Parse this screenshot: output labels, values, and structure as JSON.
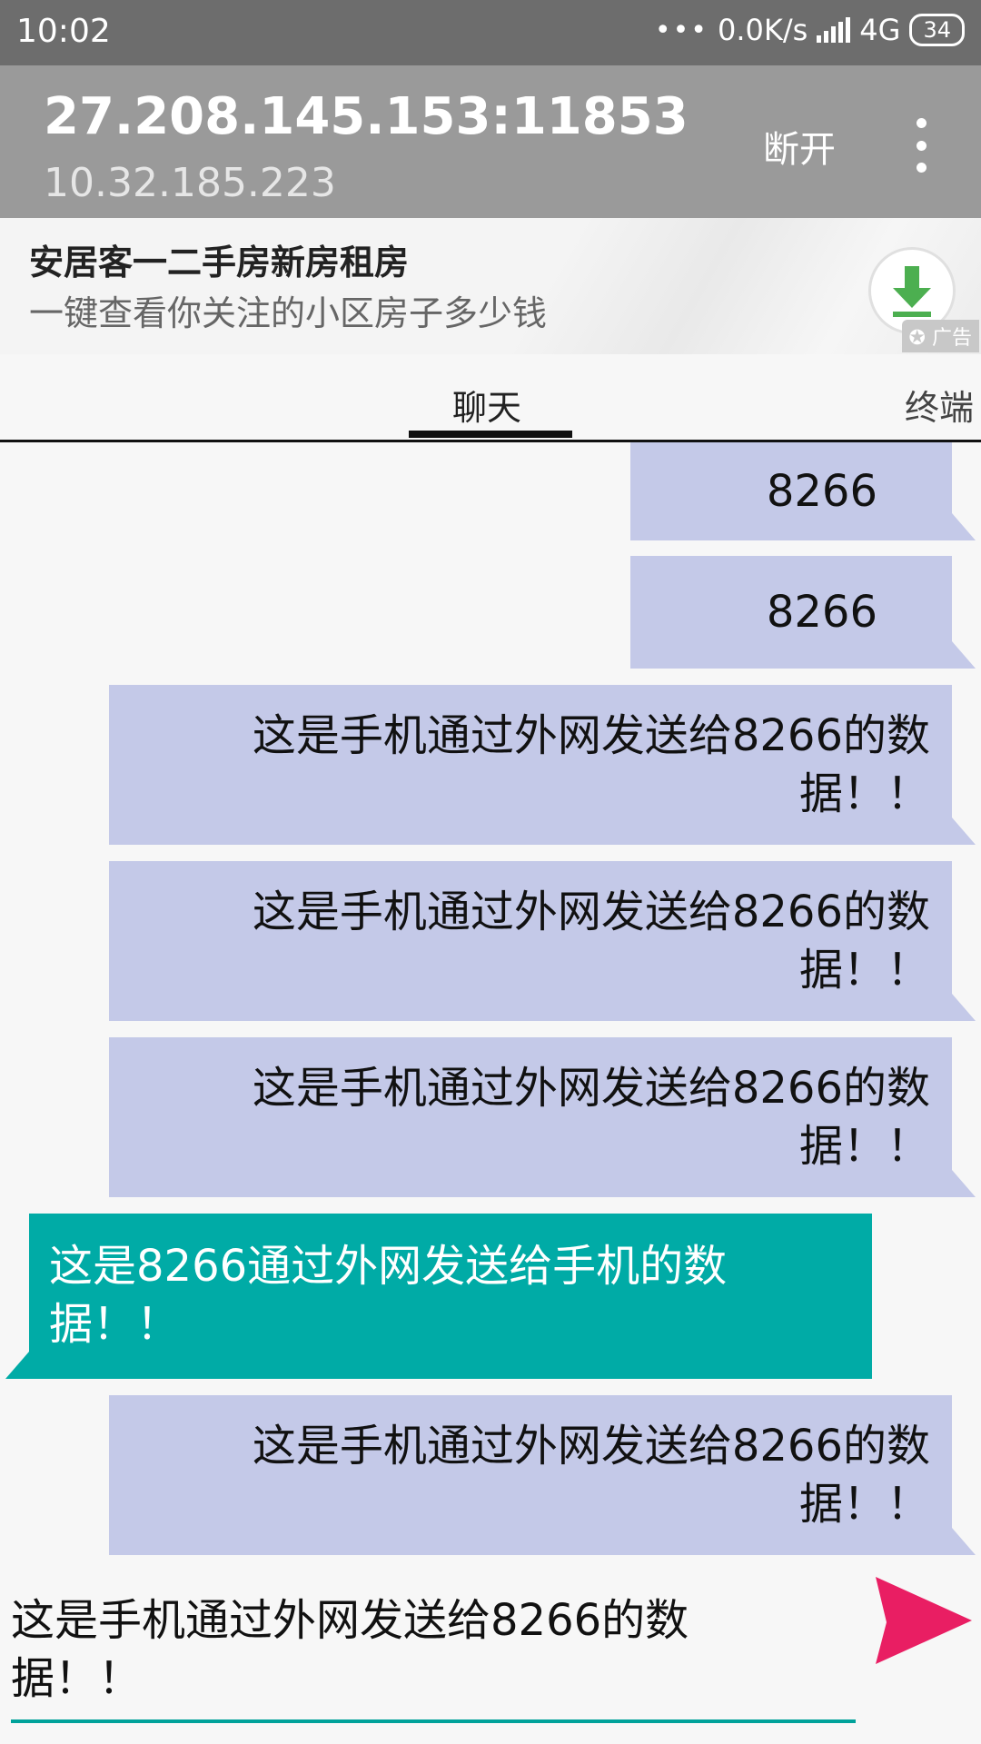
{
  "status_bar": {
    "time": "10:02",
    "speed": "0.0K/s",
    "network": "4G",
    "battery": "34"
  },
  "app_bar": {
    "title": "27.208.145.153:11853",
    "subtitle": "10.32.185.223",
    "disconnect_label": "断开"
  },
  "ad": {
    "title": "安居客一二手房新房租房",
    "subtitle": "一键查看你关注的小区房子多少钱",
    "badge": "广告"
  },
  "tabs": {
    "chat": "聊天",
    "terminal": "终端"
  },
  "messages": [
    {
      "side": "sent",
      "text": "8266"
    },
    {
      "side": "sent",
      "text": "8266"
    },
    {
      "side": "sent",
      "line1": "这是手机通过外网发送给8266的数",
      "line2": "据！！"
    },
    {
      "side": "sent",
      "line1": "这是手机通过外网发送给8266的数",
      "line2": "据！！"
    },
    {
      "side": "sent",
      "line1": "这是手机通过外网发送给8266的数",
      "line2": "据！！"
    },
    {
      "side": "received",
      "line1": "这是8266通过外网发送给手机的数",
      "line2": "据！！"
    },
    {
      "side": "sent",
      "line1": "这是手机通过外网发送给8266的数",
      "line2": "据！！"
    }
  ],
  "composer": {
    "line1": "这是手机通过外网发送给8266的数",
    "line2": "据！！"
  },
  "colors": {
    "sent_bubble": "#c4c9e8",
    "received_bubble": "#00aba6",
    "send_icon": "#e91e63",
    "input_underline": "#00a29a"
  }
}
